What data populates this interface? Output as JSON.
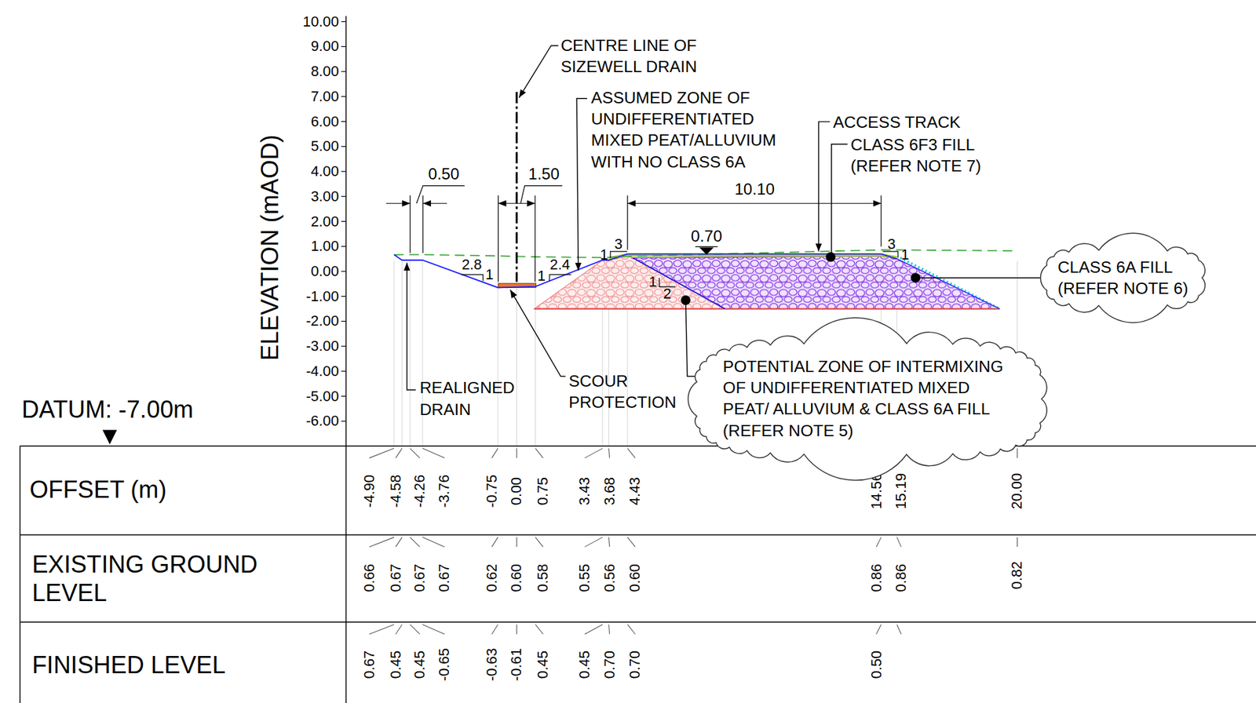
{
  "diagram": {
    "nodes": [
      {
        "text": [
          "CLASS 6A FILL (REFER NOTE 6)"
        ]
      },
      {
        "text": [
          "POTENTIAL ZONE OF INTERMIXING OF UNDIFFERENTIATED MIXED PEAT/ ALLUVIUM & CLASS 6A FILL (REFER NOTE 5)"
        ]
      }
    ],
    "labels": [
      "10.00",
      "9.00",
      "8.00",
      "7.00",
      "6.00",
      "5.00",
      "4.00",
      "3.00",
      "2.00",
      "1.00",
      "0.00",
      "-1.00",
      "-2.00",
      "-3.00",
      "-4.00",
      "-5.00",
      "-6.00",
      "ELEVATION (mAOD)",
      "DATUM: -7.00m",
      "CENTRE LINE OF SIZEWELL DRAIN",
      "ASSUMED ZONE OF UNDIFFERENTIATED MIXED PEAT/ALLUVIUM WITH NO CLASS 6A",
      "ACCESS TRACK",
      "CLASS 6F3 FILL (REFER NOTE 7)",
      "0.50",
      "1.50",
      "10.10",
      "0.70",
      "2.8",
      "1",
      "1",
      "2.4",
      "1",
      "3",
      "1",
      "2",
      "3",
      "1",
      "REALIGNED DRAIN",
      "SCOUR PROTECTION",
      "OFFSET (m)",
      "EXISTING GROUND LEVEL",
      "FINISHED LEVEL",
      "-4.90",
      "-4.58",
      "-4.26",
      "-3.76",
      "-0.75",
      "0.00",
      "0.75",
      "3.43",
      "3.68",
      "4.43",
      "14.56",
      "15.19",
      "20.00",
      "0.66",
      "0.67",
      "0.67",
      "0.67",
      "0.62",
      "0.60",
      "0.58",
      "0.55",
      "0.56",
      "0.60",
      "0.86",
      "0.86",
      "0.82",
      "0.67",
      "0.45",
      "0.45",
      "-0.65",
      "-0.63",
      "-0.61",
      "0.45",
      "0.45",
      "0.70",
      "0.70",
      "0.50"
    ]
  }
}
